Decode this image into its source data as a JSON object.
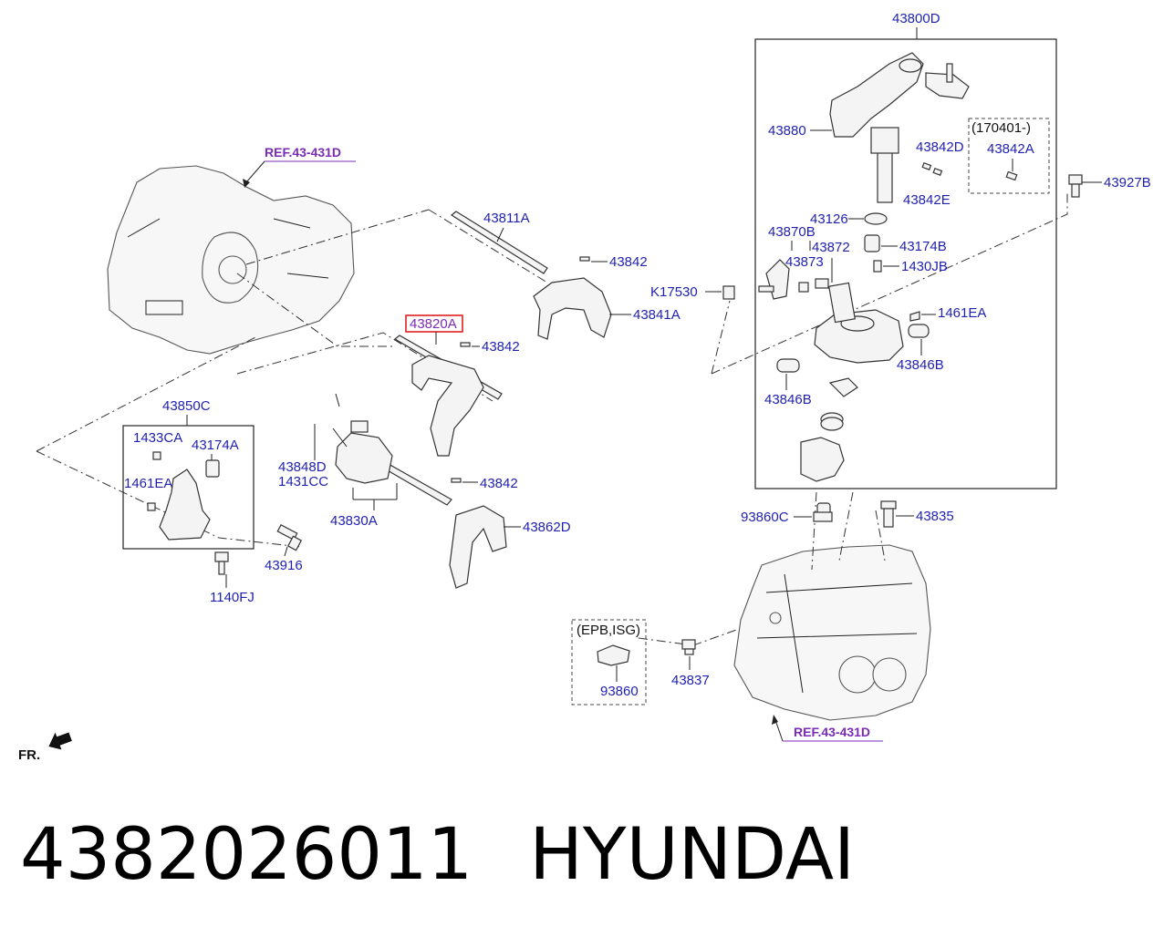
{
  "caption": {
    "part_number": "4382026011",
    "brand": "HYUNDAI"
  },
  "refs": {
    "top": "REF.43-431D",
    "bottom": "REF.43-431D"
  },
  "highlight": {
    "label": "43820A",
    "color": "#e0201f",
    "text_color": "#7a2bb8"
  },
  "labels": {
    "l43800D": "43800D",
    "l43880": "43880",
    "l170401": "(170401-)",
    "l43842D": "43842D",
    "l43842A": "43842A",
    "l43842E": "43842E",
    "l43927B": "43927B",
    "l43126": "43126",
    "l43870B": "43870B",
    "l43872": "43872",
    "l43174B": "43174B",
    "l43873": "43873",
    "l1430JB": "1430JB",
    "lK17530": "K17530",
    "l1461EA_r": "1461EA",
    "l43846B_r": "43846B",
    "l43846B_l": "43846B",
    "l43811A": "43811A",
    "l43842_a": "43842",
    "l43841A": "43841A",
    "l43842_b": "43842",
    "l43850C": "43850C",
    "l1433CA": "1433CA",
    "l43174A": "43174A",
    "l1461EA_l": "1461EA",
    "l43848D": "43848D",
    "l1431CC": "1431CC",
    "l43830A": "43830A",
    "l43842_c": "43842",
    "l43862D": "43862D",
    "l43916": "43916",
    "l1140FJ": "1140FJ",
    "l93860C": "93860C",
    "l43835": "43835",
    "lEPB": "(EPB,ISG)",
    "l93860": "93860",
    "l43837": "43837",
    "lFR": "FR."
  },
  "colors": {
    "label": "#1f1fb0",
    "ref": "#7a2bb8",
    "line": "#222222"
  }
}
